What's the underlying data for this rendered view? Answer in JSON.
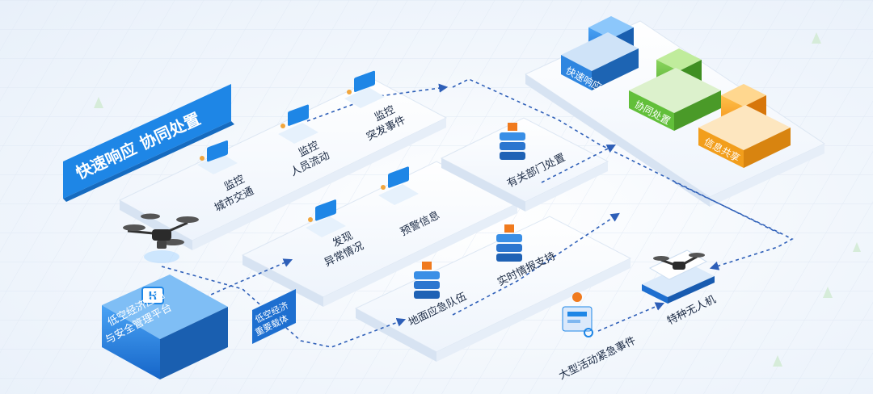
{
  "banner": {
    "title": "快速响应  协同处置"
  },
  "platform": {
    "line1": "低空经济应用",
    "line2": "与安全管理平台",
    "helipad": "H"
  },
  "carrier": {
    "line1": "低空经济",
    "line2": "重要载体"
  },
  "monitor": {
    "traffic": {
      "line1": "监控",
      "line2": "城市交通"
    },
    "people": {
      "line1": "监控",
      "line2": "人员流动"
    },
    "events": {
      "line1": "监控",
      "line2": "突发事件"
    }
  },
  "detect": {
    "anomaly": {
      "line1": "发现",
      "line2": "异常情况"
    },
    "warning": {
      "label": "预警信息"
    }
  },
  "departments": {
    "label": "有关部门处置"
  },
  "support": {
    "team": {
      "label": "地面应急队伍"
    },
    "intel": {
      "label": "实时情报支持"
    }
  },
  "top": {
    "quick": {
      "label": "快速响应",
      "color": "#2f86e0"
    },
    "coop": {
      "label": "协同处置",
      "color": "#62bf3a"
    },
    "share": {
      "label": "信息共享",
      "color": "#f29e1c"
    }
  },
  "event": {
    "label": "大型活动紧急事件"
  },
  "special_drone": {
    "label": "特种无人机"
  },
  "colors": {
    "accent": "#1e86e6",
    "dash": "#2e5fb8"
  }
}
